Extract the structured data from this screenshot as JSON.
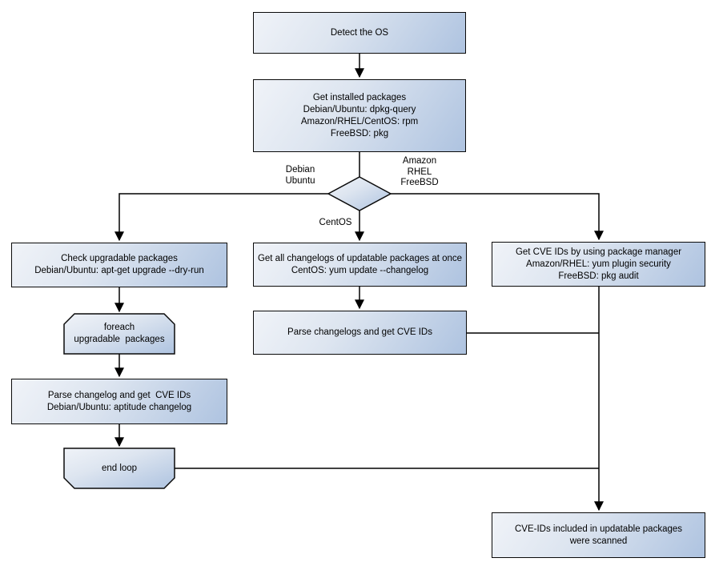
{
  "colors": {
    "background": "#ffffff",
    "node_fill_light": "#f0f3f8",
    "node_fill_dark": "#aec3e0",
    "node_border": "#0a0a0a",
    "connector": "#000000",
    "text": "#000000"
  },
  "nodes": {
    "detect_os": {
      "lines": [
        "Detect the OS"
      ]
    },
    "get_installed_packages": {
      "lines": [
        "Get installed packages",
        "Debian/Ubuntu: dpkg-query",
        "Amazon/RHEL/CentOS: rpm",
        "FreeBSD: pkg"
      ]
    },
    "check_upgradable_packages": {
      "lines": [
        "Check upgradable packages",
        "Debian/Ubuntu: apt-get upgrade --dry-run"
      ]
    },
    "foreach_loop": {
      "lines": [
        "foreach",
        "upgradable  packages"
      ]
    },
    "parse_changelog_debian": {
      "lines": [
        "Parse changelog and get  CVE IDs",
        "Debian/Ubuntu: aptitude changelog"
      ]
    },
    "end_loop": {
      "lines": [
        "end loop"
      ]
    },
    "get_all_changelogs": {
      "lines": [
        "Get all changelogs of updatable packages at once",
        "CentOS: yum update --changelog"
      ]
    },
    "parse_changelogs_centos": {
      "lines": [
        "Parse changelogs and get CVE IDs"
      ]
    },
    "get_cve_ids_pkg_manager": {
      "lines": [
        "Get CVE IDs by using package manager",
        "Amazon/RHEL: yum plugin security",
        "FreeBSD: pkg audit"
      ]
    },
    "scan_result": {
      "lines": [
        "CVE-IDs included in updatable packages",
        "were scanned"
      ]
    }
  },
  "edge_labels": {
    "debian_branch": {
      "lines": [
        "Debian",
        "Ubuntu"
      ]
    },
    "amazon_branch": {
      "lines": [
        "Amazon",
        "RHEL",
        "FreeBSD"
      ]
    },
    "centos_branch": {
      "lines": [
        "CentOS"
      ]
    }
  }
}
